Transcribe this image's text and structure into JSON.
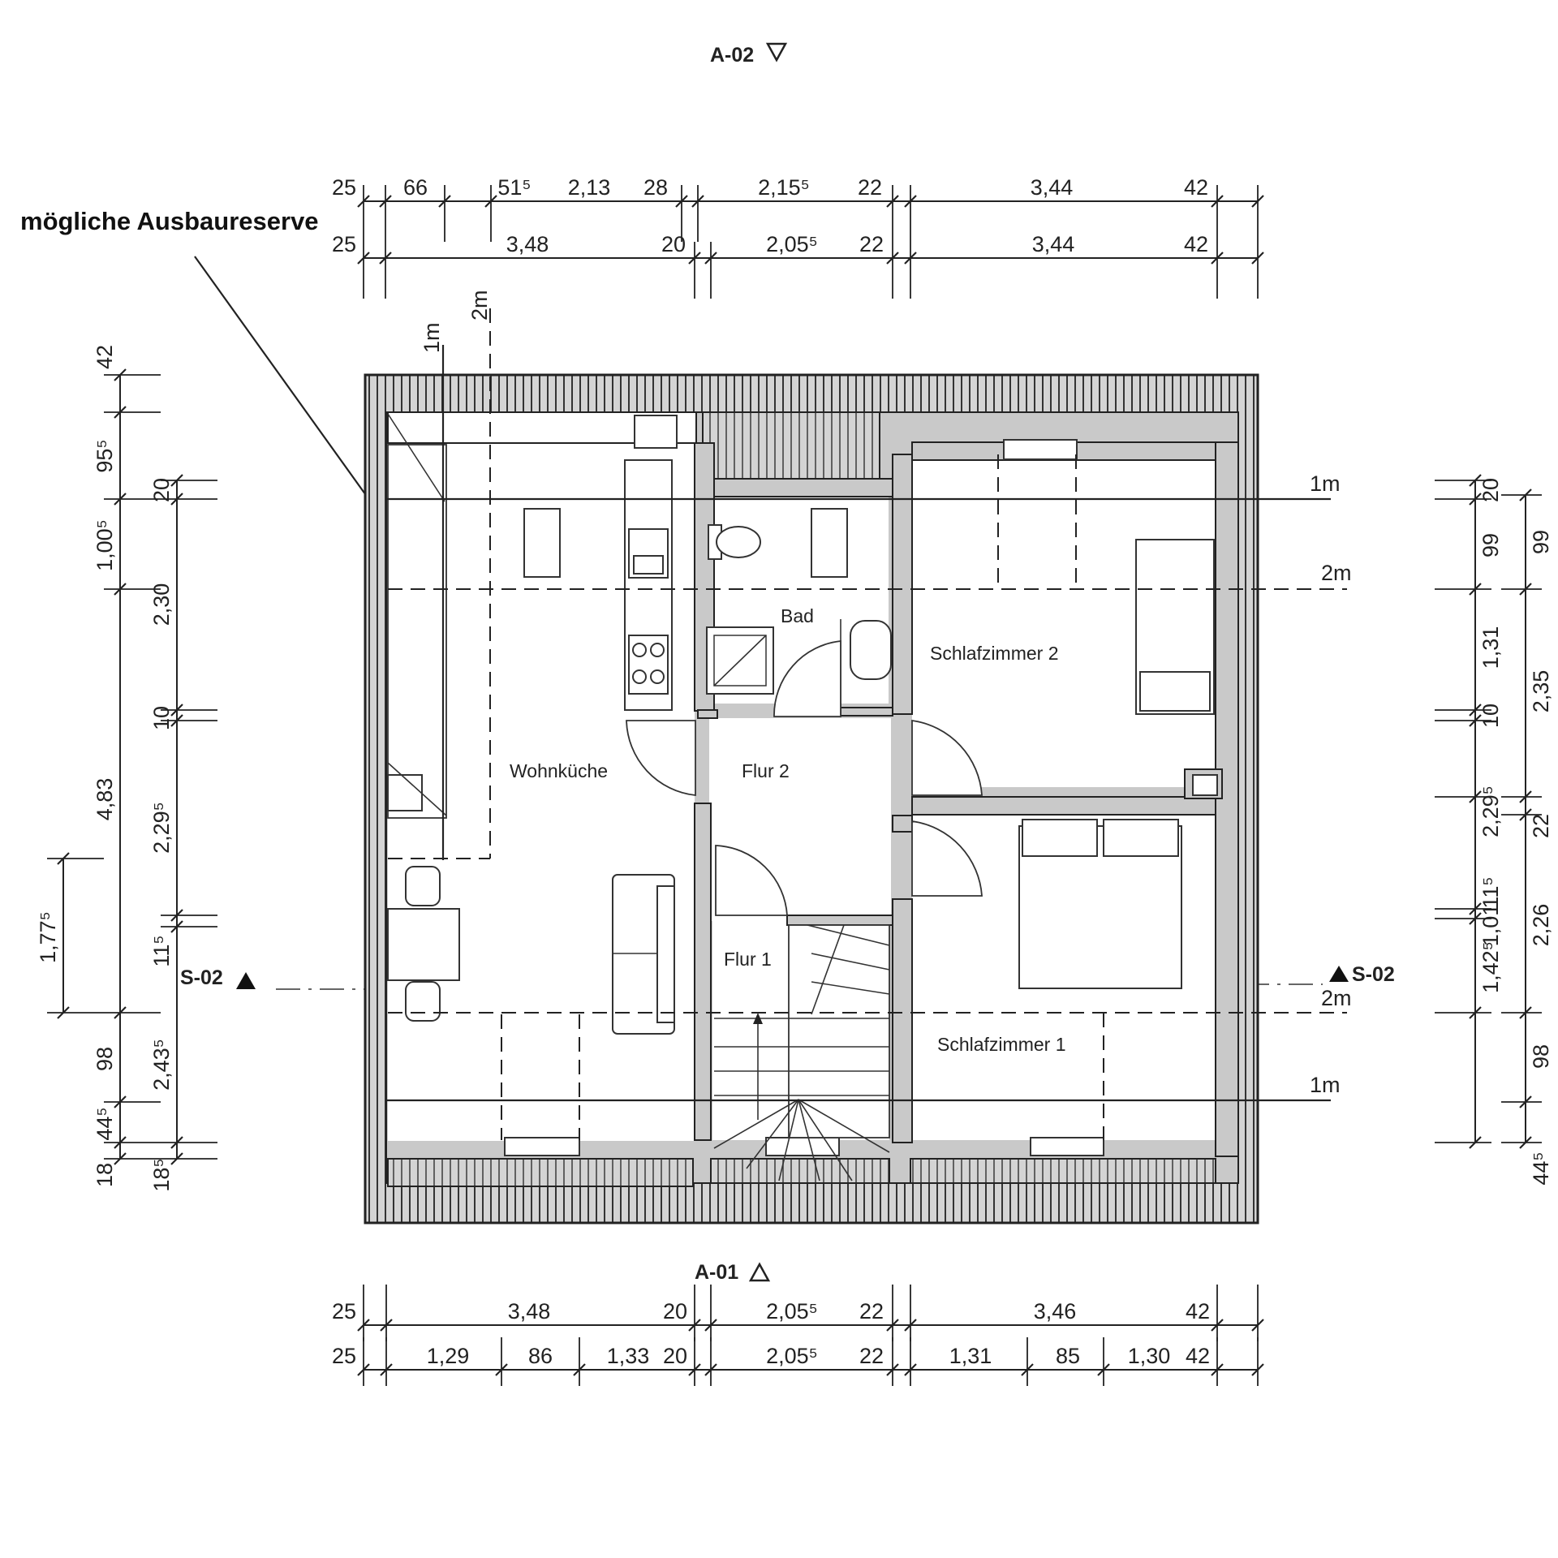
{
  "callout": {
    "text": "mögliche Ausbaureserve"
  },
  "sections": {
    "top": "A-02",
    "bottom": "A-01",
    "left": "S-02",
    "right": "S-02"
  },
  "rooms": {
    "wohnkueche": "Wohnküche",
    "bad": "Bad",
    "schlafzimmer2": "Schlafzimmer 2",
    "flur2": "Flur 2",
    "flur1": "Flur 1",
    "schlafzimmer1": "Schlafzimmer 1"
  },
  "height_lines": {
    "one_m": "1m",
    "two_m": "2m"
  },
  "dims_top_row1": [
    "25",
    "66",
    "51⁵",
    "2,13",
    "28",
    "2,15⁵",
    "22",
    "3,44",
    "42"
  ],
  "dims_top_row2": [
    "25",
    "3,48",
    "20",
    "2,05⁵",
    "22",
    "3,44",
    "42"
  ],
  "dims_bottom_row1": [
    "25",
    "3,48",
    "20",
    "2,05⁵",
    "22",
    "3,46",
    "42"
  ],
  "dims_bottom_row2": [
    "25",
    "1,29",
    "86",
    "1,33",
    "20",
    "2,05⁵",
    "22",
    "1,31",
    "85",
    "1,30",
    "42"
  ],
  "dims_left_outer": [
    "42",
    "95⁵",
    "1,00⁵",
    "4,83",
    "98",
    "44⁵",
    "18",
    "1,77⁵"
  ],
  "dims_left_inner": [
    "20",
    "2,30",
    "10",
    "2,29⁵",
    "11⁵",
    "2,43⁵",
    "18⁵"
  ],
  "dims_right_inner": [
    "20",
    "99",
    "1,31",
    "10",
    "2,29⁵",
    "11⁵",
    "1,01",
    "1,42⁵"
  ],
  "dims_right_outer": [
    "99",
    "2,35",
    "22",
    "2,26",
    "98",
    "44⁵"
  ]
}
